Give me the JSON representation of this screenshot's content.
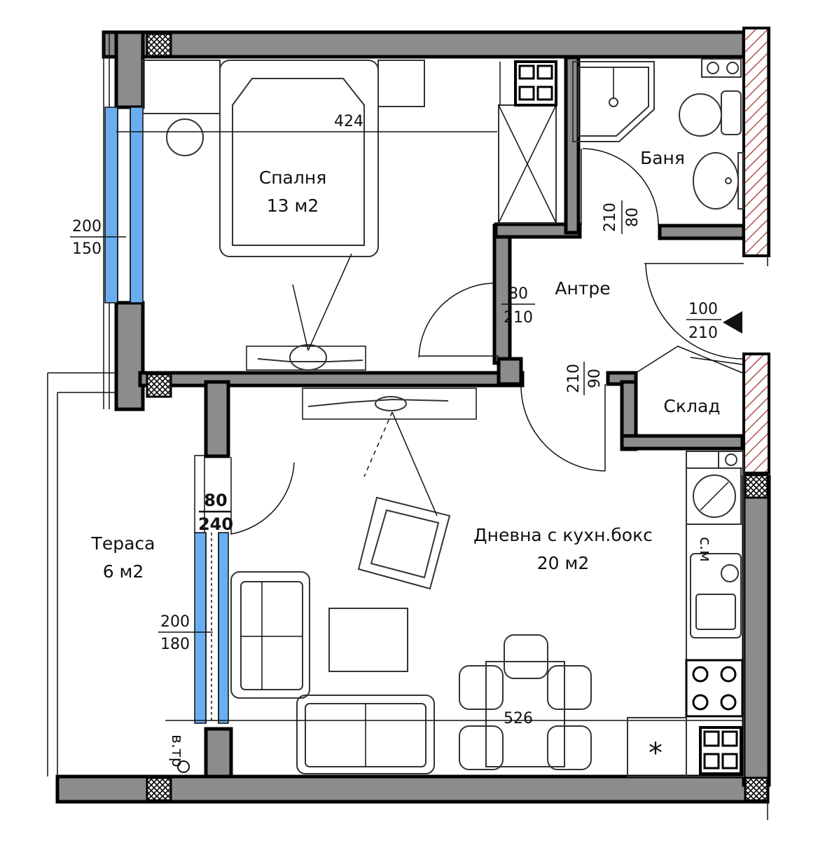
{
  "rooms": {
    "bedroom": {
      "name": "Спалня",
      "area": "13 м2"
    },
    "hallway": {
      "name": "Антре"
    },
    "bathroom": {
      "name": "Баня"
    },
    "storage": {
      "name": "Склад"
    },
    "living": {
      "name": "Дневна с кухн.бокс",
      "area": "20 м2"
    },
    "terrace": {
      "name": "Тераса",
      "area": "6 м2"
    }
  },
  "dimensions": {
    "bedroom_width": "424",
    "living_width": "526",
    "bedroom_window": {
      "top": "200",
      "bottom": "150"
    },
    "living_window": {
      "top": "200",
      "bottom": "180"
    },
    "terrace_door": {
      "top": "80",
      "bottom": "240"
    },
    "bedroom_door": {
      "top": "80",
      "bottom": "210"
    },
    "bath_door": {
      "top": "80",
      "bottom": "210"
    },
    "entrance_door": {
      "top": "100",
      "bottom": "210"
    },
    "storage_door": {
      "top": "90",
      "bottom": "210"
    }
  },
  "labels": {
    "washing_machine": "с.м",
    "vent_shaft": "в.тр",
    "fridge_symbol": "*"
  },
  "colors": {
    "wall": "#8c8c8c",
    "glass": "#6aaef2"
  },
  "icons": [
    "entrance-arrow-icon",
    "column-icon",
    "washing-machine-icon",
    "stove-icon",
    "sink-icon",
    "toilet-icon",
    "shower-icon",
    "boiler-icon"
  ]
}
